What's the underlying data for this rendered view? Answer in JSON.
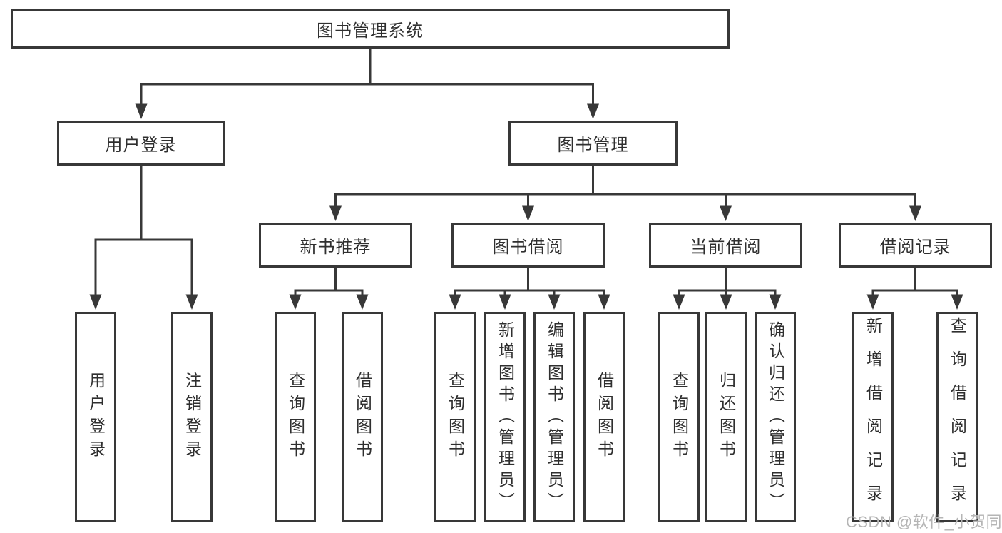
{
  "diagram": {
    "root": "图书管理系统",
    "branches": [
      {
        "label": "用户登录",
        "leaves": [
          "用户登录",
          "注销登录"
        ]
      },
      {
        "label": "图书管理",
        "sections": [
          {
            "label": "新书推荐",
            "leaves": [
              "查询图书",
              "借阅图书"
            ]
          },
          {
            "label": "图书借阅",
            "leaves": [
              "查询图书",
              "新增图书（管理员）",
              "编辑图书（管理员）",
              "借阅图书"
            ]
          },
          {
            "label": "当前借阅",
            "leaves": [
              "查询图书",
              "归还图书",
              "确认归还（管理员）"
            ]
          },
          {
            "label": "借阅记录",
            "leaves": [
              "新增借阅记录",
              "查询借阅记录"
            ]
          }
        ]
      }
    ],
    "watermark": "CSDN @软件_小贺同学",
    "colors": {
      "line": "#383838",
      "box_border": "#383838",
      "text": "#2f2f2f",
      "watermark": "#b5b5b5",
      "background": "#ffffff"
    }
  }
}
